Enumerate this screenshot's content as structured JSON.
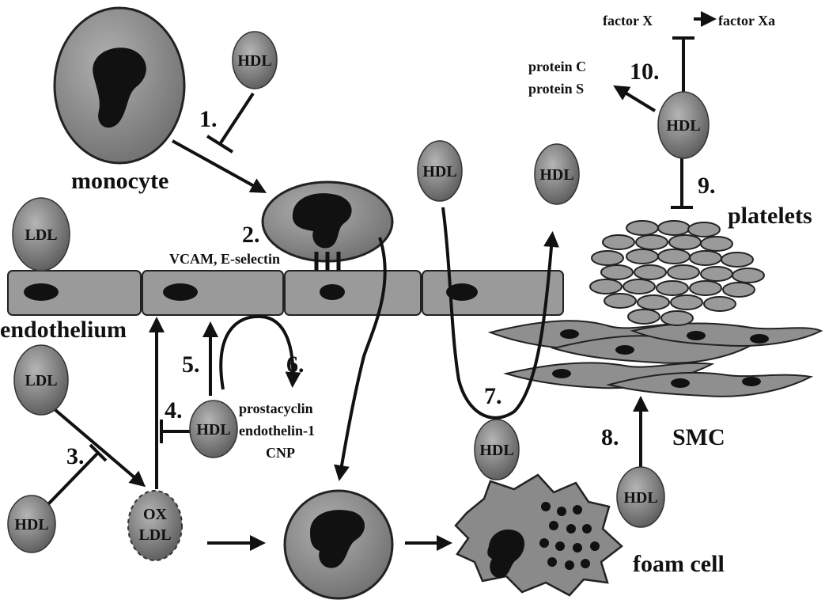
{
  "particles": {
    "hdl": "HDL",
    "ldl": "LDL",
    "ox_ldl_line1": "OX",
    "ox_ldl_line2": "LDL"
  },
  "labels": {
    "monocyte": "monocyte",
    "endothelium": "endothelium",
    "adhesion": "VCAM, E-selectin",
    "platelets": "platelets",
    "smc": "SMC",
    "foam_cell": "foam cell",
    "factor_x": "factor X",
    "factor_xa": "factor Xa",
    "protein_c": "protein C",
    "protein_s": "protein S",
    "prostacyclin": "prostacyclin",
    "endothelin": "endothelin-1",
    "cnp": "CNP"
  },
  "steps": {
    "s1": "1.",
    "s2": "2.",
    "s3": "3.",
    "s4": "4.",
    "s5": "5.",
    "s6": "6.",
    "s7": "7.",
    "s8": "8.",
    "s9": "9.",
    "s10": "10."
  },
  "colors": {
    "cell_gray": "#8c8c8c",
    "particle_gray": "#7a7a7a",
    "nucleus": "#1a1a1a",
    "line": "#111111"
  }
}
